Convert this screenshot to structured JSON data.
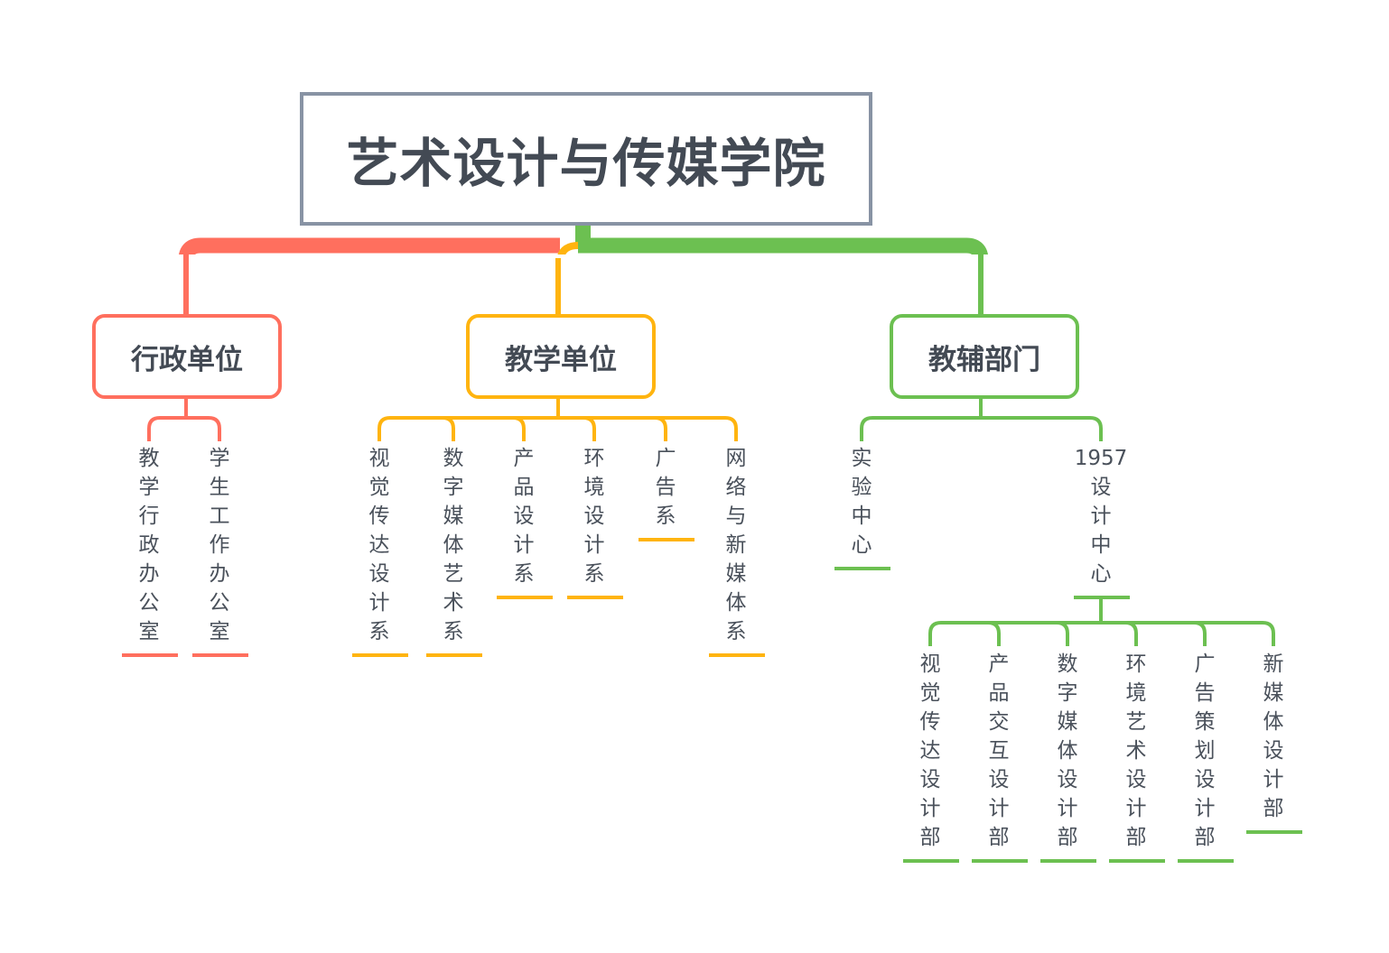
{
  "colors": {
    "root_border": "#8893a4",
    "admin": "#ff6f5e",
    "teaching": "#ffb40f",
    "support": "#6cc051",
    "text": "#434a54"
  },
  "root": {
    "title": "艺术设计与传媒学院"
  },
  "branches": [
    {
      "label": "行政单位",
      "children": [
        "教学行政办公室",
        "学生工作办公室"
      ]
    },
    {
      "label": "教学单位",
      "children": [
        "视觉传达设计系",
        "数字媒体艺术系",
        "产品设计系",
        "环境设计系",
        "广告系",
        "网络与新媒体系"
      ]
    },
    {
      "label": "教辅部门",
      "children": [
        {
          "label": "实验中心"
        },
        {
          "prefix": "1957",
          "label": "设计中心",
          "children": [
            "视觉传达设计部",
            "产品交互设计部",
            "数字媒体设计部",
            "环境艺术设计部",
            "广告策划设计部",
            "新媒体设计部"
          ]
        }
      ]
    }
  ]
}
